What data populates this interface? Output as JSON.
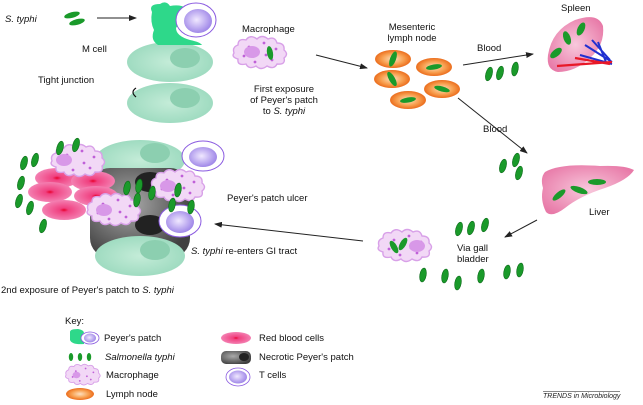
{
  "labels": {
    "s_typhi": "S. typhi",
    "m_cell": "M cell",
    "tight_junction": "Tight junction",
    "macrophage": "Macrophage",
    "first_exposure_line1": "First exposure",
    "first_exposure_line2": "of Peyer's patch",
    "first_exposure_line3_prefix": "to ",
    "first_exposure_line3_italic": "S. typhi",
    "mesenteric_line1": "Mesenteric",
    "mesenteric_line2": "lymph node",
    "blood_1": "Blood",
    "blood_2": "Blood",
    "spleen": "Spleen",
    "liver": "Liver",
    "via_gall_line1": "Via gall",
    "via_gall_line2": "bladder",
    "ulcer": "Peyer's patch ulcer",
    "reenters_italic": "S. typhi",
    "reenters_rest": " re-enters GI tract",
    "second_exposure_prefix": "2nd exposure of Peyer's patch to ",
    "second_exposure_italic": "S. typhi"
  },
  "key": {
    "title": "Key:",
    "items": [
      {
        "icon": "peyers-patch-icon",
        "label": "Peyer's patch",
        "italic": false
      },
      {
        "icon": "salmonella-icon",
        "label": "Salmonella typhi",
        "italic": true
      },
      {
        "icon": "macrophage-icon",
        "label": "Macrophage",
        "italic": false
      },
      {
        "icon": "lymph-node-icon",
        "label": "Lymph node",
        "italic": false
      },
      {
        "icon": "red-blood-cell-icon",
        "label": "Red blood cells",
        "italic": false
      },
      {
        "icon": "necrotic-patch-icon",
        "label": "Necrotic Peyer's patch",
        "italic": false
      },
      {
        "icon": "t-cell-icon",
        "label": "T cells",
        "italic": false
      }
    ]
  },
  "credit": "TRENDS in Microbiology",
  "colors": {
    "bacteria": "#1a9a2a",
    "epithelium": "#a8e0c8",
    "m_cell": "#2ed88a",
    "lymph": "#f07a20",
    "rbc": "#f070a8",
    "macrophage": "#e8c0f0",
    "tcell": "#b098f0",
    "organ": "#f0a0c0"
  }
}
